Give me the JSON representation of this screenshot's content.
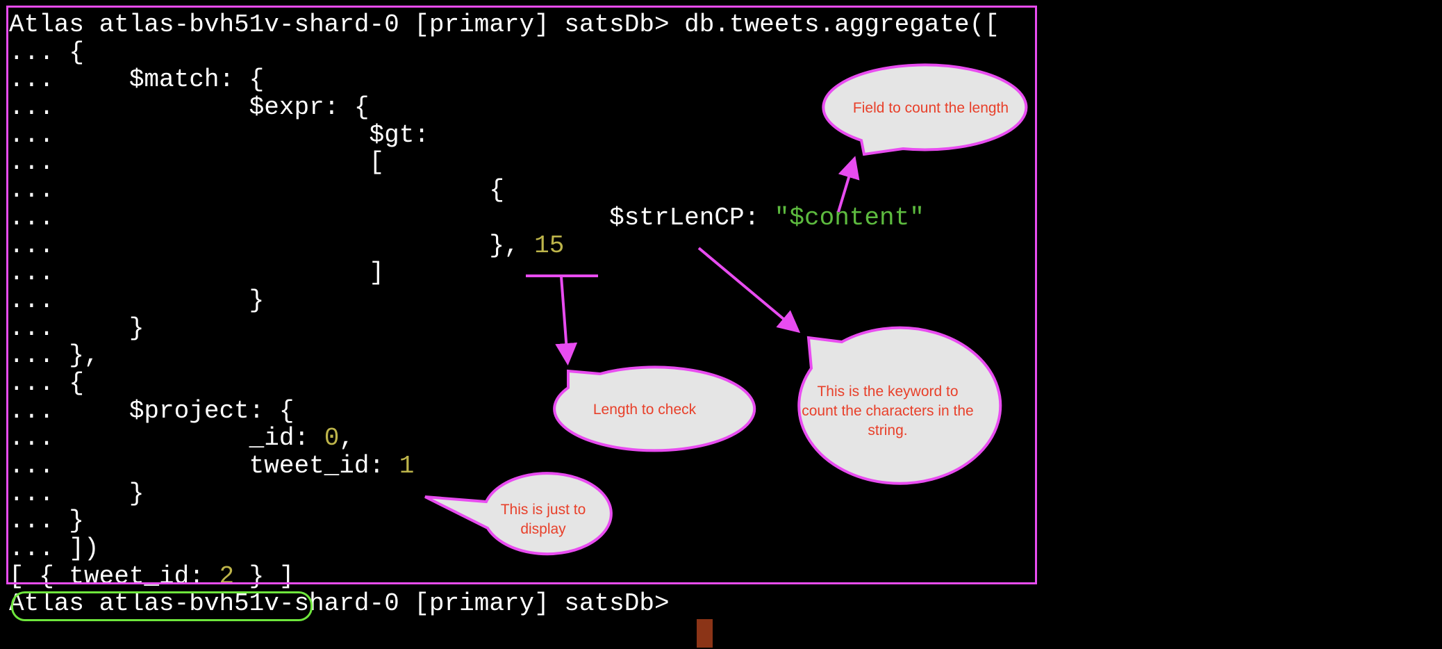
{
  "terminal": {
    "lines": [
      [
        [
          "Atlas atlas-bvh51v-shard-0 [primary] satsDb> db.tweets.aggregate([",
          "t"
        ]
      ],
      [
        [
          "... {",
          "t"
        ]
      ],
      [
        [
          "...     $match: {",
          "t"
        ]
      ],
      [
        [
          "...             $expr: {",
          "t"
        ]
      ],
      [
        [
          "...                     $gt:",
          "t"
        ]
      ],
      [
        [
          "...                     [",
          "t"
        ]
      ],
      [
        [
          "...                             {",
          "t"
        ]
      ],
      [
        [
          "...                                     $strLenCP: ",
          "t"
        ],
        [
          "\"$content\"",
          "str"
        ]
      ],
      [
        [
          "...                             }, ",
          "t"
        ],
        [
          "15",
          "num"
        ]
      ],
      [
        [
          "...                     ]",
          "t"
        ]
      ],
      [
        [
          "...             }",
          "t"
        ]
      ],
      [
        [
          "...     }",
          "t"
        ]
      ],
      [
        [
          "... },",
          "t"
        ]
      ],
      [
        [
          "... {",
          "t"
        ]
      ],
      [
        [
          "...     $project: {",
          "t"
        ]
      ],
      [
        [
          "...             _id: ",
          "t"
        ],
        [
          "0",
          "num"
        ],
        [
          ",",
          "t"
        ]
      ],
      [
        [
          "...             tweet_id: ",
          "t"
        ],
        [
          "1",
          "num"
        ]
      ],
      [
        [
          "...     }",
          "t"
        ]
      ],
      [
        [
          "... }",
          "t"
        ]
      ],
      [
        [
          "... ])",
          "t"
        ]
      ],
      [
        [
          "[ { tweet_id: ",
          "t"
        ],
        [
          "2",
          "num"
        ],
        [
          " } ]",
          "t"
        ]
      ],
      [
        [
          "Atlas atlas-bvh51v-shard-0 [primary] satsDb> ",
          "t"
        ]
      ]
    ]
  },
  "callouts": {
    "field": "Field to count the length",
    "length": "Length to check",
    "keyword": "This is the keyword to count the characters in the string.",
    "display": "This is just to display"
  },
  "colors": {
    "accent": "#e84cf0",
    "result_border": "#6ee63c",
    "number": "#bdb44a",
    "string": "#5dbb3f",
    "cursor": "#8b3417",
    "callout_text": "#e8402a"
  }
}
